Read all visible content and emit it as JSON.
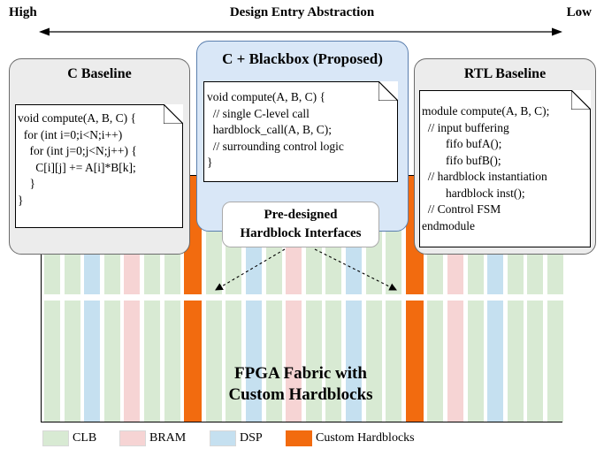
{
  "header": {
    "left": "High",
    "center": "Design Entry Abstraction",
    "right": "Low"
  },
  "colors": {
    "clb": "#d8ead3",
    "bram": "#f6d4d4",
    "dsp": "#c5e0f0",
    "hardblock": "#f26b0f",
    "panel_gray": "#ececec",
    "panel_blue": "#d9e7f7"
  },
  "panels": {
    "c_baseline": {
      "title": "C Baseline",
      "code": [
        "void compute(A, B, C) {",
        "  for (int i=0;i<N;i++)",
        "    for (int j=0;j<N;j++) {",
        "      C[i][j] += A[i]*B[k];",
        "    }",
        "}"
      ]
    },
    "proposed": {
      "title": "C + Blackbox (Proposed)",
      "code": [
        "void compute(A, B, C) {",
        "  // single C-level call",
        "  hardblock_call(A, B, C);",
        "  // surrounding control logic",
        "}"
      ]
    },
    "rtl_baseline": {
      "title": "RTL Baseline",
      "code": [
        "module compute(A, B, C);",
        "  // input buffering",
        "        fifo bufA();",
        "        fifo bufB();",
        "  // hardblock instantiation",
        "        hardblock inst();",
        "  // Control FSM",
        "endmodule"
      ]
    }
  },
  "callout": {
    "line1": "Pre-designed",
    "line2": "Hardblock Interfaces"
  },
  "fabric_label": {
    "line1": "FPGA Fabric with",
    "line2": "Custom Hardblocks"
  },
  "legend": [
    {
      "label": "CLB",
      "icon": "clb-swatch"
    },
    {
      "label": "BRAM",
      "icon": "bram-swatch"
    },
    {
      "label": "DSP",
      "icon": "dsp-swatch"
    },
    {
      "label": "Custom Hardblocks",
      "icon": "hardblock-swatch"
    }
  ]
}
